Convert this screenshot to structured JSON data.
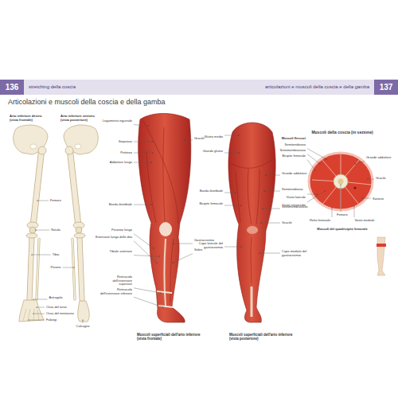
{
  "diagram": {
    "title": "Articolazioni e muscoli della coscia e della gamba",
    "labels": [
      "136",
      "stretching della coscia",
      "articolazioni e muscoli della coscia e della gamba",
      "137",
      "Arto inferiore destro (vista frontale)",
      "Arto inferiore sinistro (vista posteriore)",
      "Femore",
      "Rotula",
      "Tibia",
      "Perone",
      "Astragalo",
      "Ossa del tarso",
      "Ossa del metatarso",
      "Falangi",
      "Calcagno",
      "Legamento inguinale",
      "Ileopsoas",
      "Pettineo",
      "Adduttore lungo",
      "Gracile",
      "Banda ileotibiale",
      "Peroneo lungo",
      "Estensore lungo delle dita",
      "Tibiale anteriore",
      "Gastrocnemio",
      "Soleo",
      "Retinacolo dell'estensore superiore",
      "Retinacolo dell'estensore inferiore",
      "Muscoli superficiali dell'arto inferiore (vista frontale)",
      "Gluteo medio",
      "Grande gluteo",
      "Grande adduttore",
      "Banda ileotibiale",
      "Semitendinoso",
      "Bicipite femorale",
      "Semimembranoso",
      "Gracile",
      "Capo laterale del gastrocnemio",
      "Capo mediale del gastrocnemio",
      "Muscoli superficiali dell'arto inferiore (vista posteriore)",
      "Muscoli della coscia (in sezione)",
      "Muscoli flessori",
      "Semitendinoso",
      "Semimembranoso",
      "Bicipite femorale",
      "Grande adduttore",
      "Gracile",
      "Sartorio",
      "Vasto laterale",
      "Femore",
      "Retto femorale",
      "Vasto mediale",
      "Vasto intermedio",
      "Muscoli del quadricipite femorale"
    ]
  }
}
